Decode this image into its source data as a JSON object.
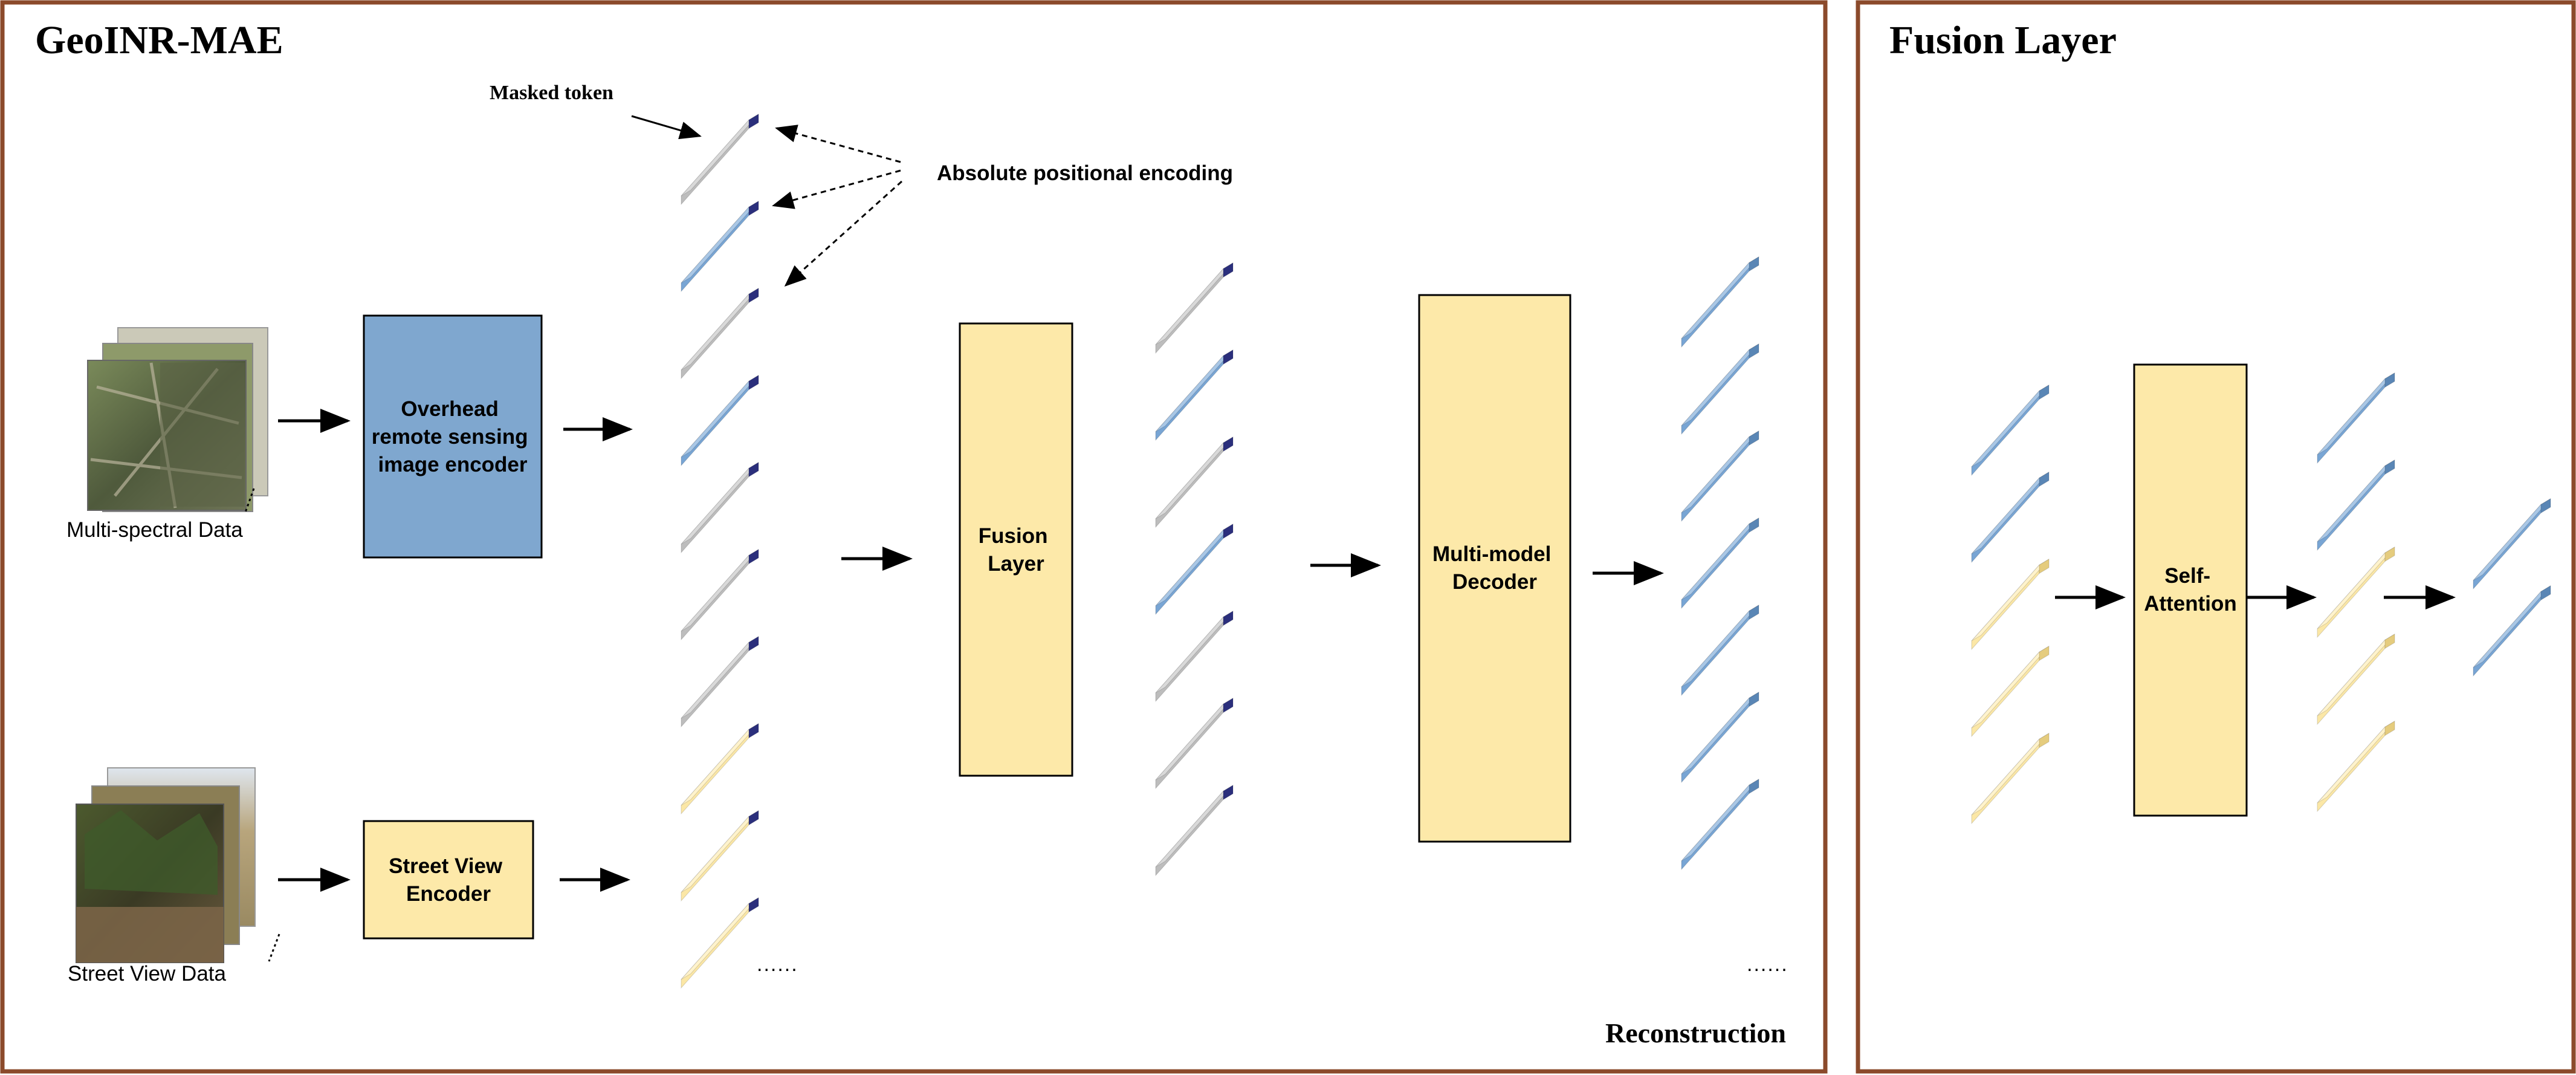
{
  "left_panel": {
    "title": "GeoINR-MAE",
    "masked_token_label": "Masked token",
    "positional_encoding_label": "Absolute positional encoding",
    "multispectral_label": "Multi-spectral Data",
    "streetview_label": "Street View Data",
    "overhead_encoder": [
      "Overhead",
      "remote sensing",
      "image encoder"
    ],
    "street_encoder": [
      "Street View",
      "Encoder"
    ],
    "fusion_layer": [
      "Fusion",
      "Layer"
    ],
    "decoder": [
      "Multi-model",
      "Decoder"
    ],
    "ellipsis": "......",
    "reconstruction_label": "Reconstruction"
  },
  "right_panel": {
    "title": "Fusion Layer",
    "self_attention": [
      "Self-",
      "Attention"
    ]
  },
  "colors": {
    "frame": "#8b4a2b",
    "overhead_box": "#7fa7cf",
    "yellow_box": "#fde9a9",
    "token_gray": "#bdbdbd",
    "token_blue": "#78a5d4",
    "token_yellow": "#fbe7a6",
    "token_cap": "#2b2f7c"
  },
  "token_columns": {
    "encoded_tokens": [
      "gray",
      "blue",
      "gray",
      "blue",
      "gray",
      "gray",
      "gray",
      "yellow",
      "yellow",
      "yellow"
    ],
    "fused_tokens": [
      "gray",
      "blue",
      "gray",
      "blue",
      "gray",
      "gray",
      "gray"
    ],
    "reconstructed_tokens": [
      "blue",
      "blue",
      "blue",
      "blue",
      "blue",
      "blue",
      "blue"
    ],
    "fusion_input_tokens": [
      "blue",
      "blue",
      "yellow",
      "yellow",
      "yellow"
    ],
    "fusion_attended_tokens": [
      "blue",
      "blue",
      "yellow",
      "yellow",
      "yellow"
    ],
    "fusion_output_tokens": [
      "blue",
      "blue"
    ]
  }
}
